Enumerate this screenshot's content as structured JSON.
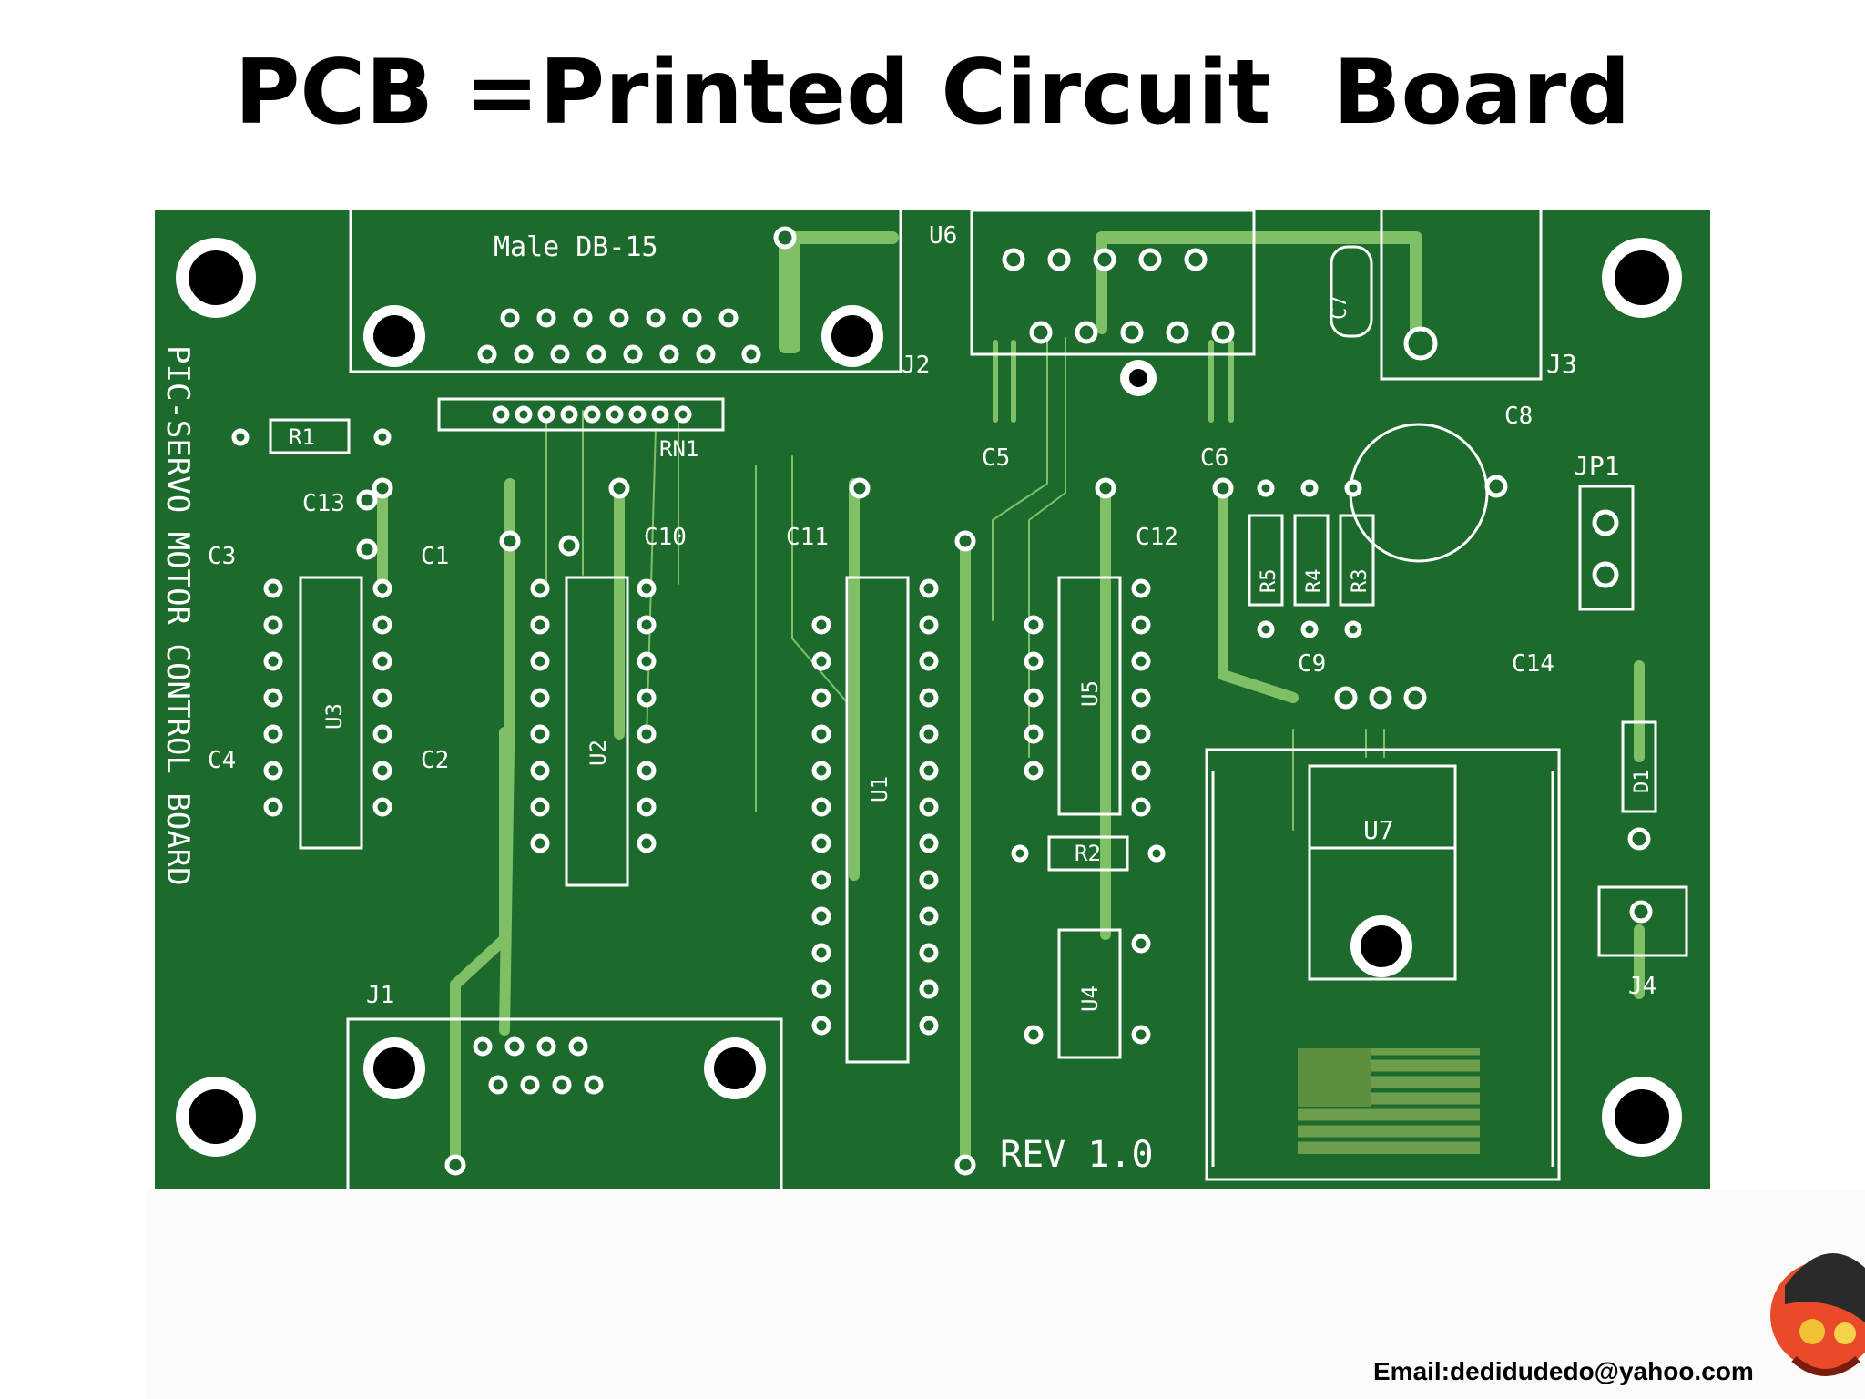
{
  "slide": {
    "title": "PCB =Printed Circuit  Board",
    "email": "Email:dedidudedo@yahoo.com"
  },
  "board": {
    "vertical_label": "PIC-SERVO MOTOR CONTROL BOARD",
    "revision": "REV 1.0",
    "connector_label": "Male DB-15",
    "components": {
      "J1": "J1",
      "J2": "J2",
      "J3": "J3",
      "J4": "J4",
      "JP1": "JP1",
      "U1": "U1",
      "U2": "U2",
      "U3": "U3",
      "U4": "U4",
      "U5": "U5",
      "U6": "U6",
      "U7": "U7",
      "R1": "R1",
      "R2": "R2",
      "R3": "R3",
      "R4": "R4",
      "R5": "R5",
      "RN1": "RN1",
      "D1": "D1",
      "C1": "C1",
      "C2": "C2",
      "C3": "C3",
      "C4": "C4",
      "C5": "C5",
      "C6": "C6",
      "C7": "C7",
      "C8": "C8",
      "C9": "C9",
      "C10": "C10",
      "C11": "C11",
      "C12": "C12",
      "C13": "C13",
      "C14": "C14"
    },
    "colors": {
      "board": "#1d6b2c",
      "trace": "#7fbf66",
      "silkscreen": "#ffffff"
    }
  }
}
